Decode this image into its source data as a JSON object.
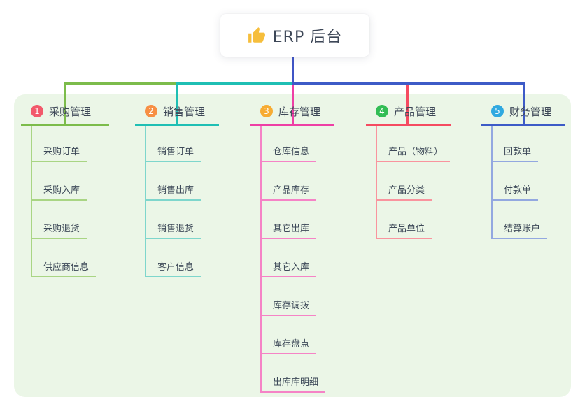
{
  "root": {
    "label": "ERP 后台",
    "icon": "thumbs-up-icon"
  },
  "branches": [
    {
      "badge": "1",
      "title": "采购管理",
      "badge_color": "#f2596b",
      "line_color": "#7cbc4b",
      "child_line_color": "#a9d584",
      "children": [
        "采购订单",
        "采购入库",
        "采购退货",
        "供应商信息"
      ]
    },
    {
      "badge": "2",
      "title": "销售管理",
      "badge_color": "#f78f44",
      "line_color": "#1fbfb4",
      "child_line_color": "#7ed6cc",
      "children": [
        "销售订单",
        "销售出库",
        "销售退货",
        "客户信息"
      ]
    },
    {
      "badge": "3",
      "title": "库存管理",
      "badge_color": "#f7ac33",
      "line_color": "#ee3fa5",
      "child_line_color": "#f583c6",
      "children": [
        "仓库信息",
        "产品库存",
        "其它出库",
        "其它入库",
        "库存调拨",
        "库存盘点",
        "出库库明细"
      ]
    },
    {
      "badge": "4",
      "title": "产品管理",
      "badge_color": "#32bd55",
      "line_color": "#f54b61",
      "child_line_color": "#f9949e",
      "children": [
        "产品（物料）",
        "产品分类",
        "产品单位"
      ]
    },
    {
      "badge": "5",
      "title": "财务管理",
      "badge_color": "#30a9e0",
      "line_color": "#3d5bc7",
      "child_line_color": "#93a8e0",
      "children": [
        "回款单",
        "付款单",
        "结算账户"
      ]
    }
  ],
  "colors": {
    "canvas_bg": "#ffffff",
    "panel_bg": "#ebf6e7",
    "root_line": "#4055c6",
    "title_text": "#3d4757",
    "node_text": "#3e4a59",
    "thumb_icon": "#f6be3c"
  }
}
